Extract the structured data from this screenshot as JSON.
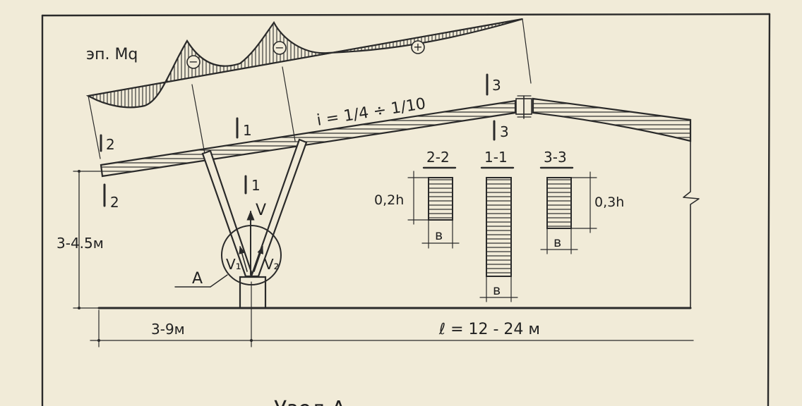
{
  "labels": {
    "moment_diagram": "эп. Mq",
    "sign_minus": "−",
    "sign_plus": "+",
    "slope": "i = 1/4 ÷ 1/10",
    "section_mark_1": "1",
    "section_mark_2": "2",
    "section_mark_3": "3",
    "force_v": "V",
    "force_v1": "V₁",
    "force_v2": "V₂",
    "node": "A",
    "height_dim": "3-4.5м",
    "cantilever_dim": "3-9м",
    "span_dim": "ℓ = 12 - 24 м",
    "section_2_title": "2-2",
    "section_1_title": "1-1",
    "section_3_title": "3-3",
    "section_2_height": "0,2h",
    "section_3_height": "0,3h",
    "section_width": "в",
    "bottom_cut_text": "Узел А"
  },
  "colors": {
    "ink": "#2a2a2a",
    "paper": "#f1ebd8"
  }
}
